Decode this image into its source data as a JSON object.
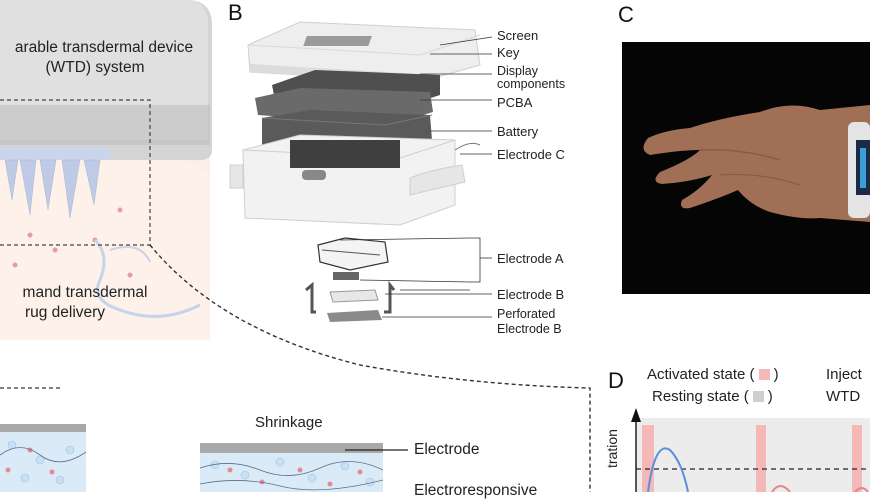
{
  "panels": {
    "a": {
      "title_line1": "arable transdermal device",
      "title_line2": "(WTD) system",
      "bottom_line1": "mand transdermal",
      "bottom_line2": "rug delivery"
    },
    "b": {
      "letter": "B",
      "labels": [
        "Screen",
        "Key",
        "Display",
        "components",
        "PCBA",
        "Battery",
        "Electrode C",
        "Electrode A",
        "Electrode B",
        "Perforated",
        "Electrode B"
      ]
    },
    "c": {
      "letter": "C"
    },
    "d": {
      "letter": "D",
      "activated": "Activated state (",
      "resting": "Resting state (",
      "close_paren": ")",
      "inject": "Inject",
      "wtd": "WTD",
      "ylabel": "tration"
    },
    "e": {
      "shrinkage": "Shrinkage",
      "electrode": "Electrode",
      "electroresponsive": "Electroresponsive"
    }
  },
  "colors": {
    "activated": "#f4b8b8",
    "resting": "#cfcfcf",
    "curve": "#5b8fd9"
  }
}
